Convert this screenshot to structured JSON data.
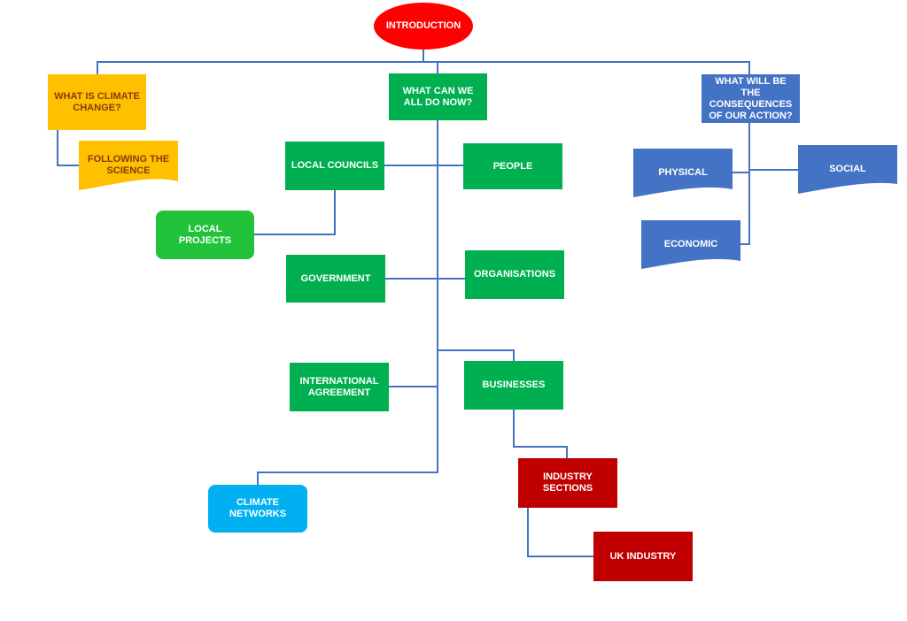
{
  "diagram": {
    "colors": {
      "connector": "#4472c4",
      "oval_red": "#ff0000",
      "green": "#00b050",
      "bright_green": "#22c33b",
      "blue": "#4472c4",
      "yellow": "#ffc000",
      "yellow_text": "#843c0c",
      "dark_red": "#c00000",
      "cyan": "#00b0f0"
    },
    "nodes": {
      "introduction": "INTRODUCTION",
      "climate_change": "WHAT IS CLIMATE CHANGE?",
      "following_science": "FOLLOWING THE SCIENCE",
      "what_can_we_do": "WHAT CAN WE ALL DO NOW?",
      "consequences": "WHAT WILL BE THE CONSEQUENCES OF OUR ACTION?",
      "local_councils": "LOCAL COUNCILS",
      "people": "PEOPLE",
      "local_projects": "LOCAL PROJECTS",
      "government": "GOVERNMENT",
      "organisations": "ORGANISATIONS",
      "international_agreement": "INTERNATIONAL AGREEMENT",
      "businesses": "BUSINESSES",
      "climate_networks": "CLIMATE NETWORKS",
      "industry_sections": "INDUSTRY SECTIONS",
      "uk_industry": "UK INDUSTRY",
      "physical": "PHYSICAL",
      "social": "SOCIAL",
      "economic": "ECONOMIC"
    }
  }
}
